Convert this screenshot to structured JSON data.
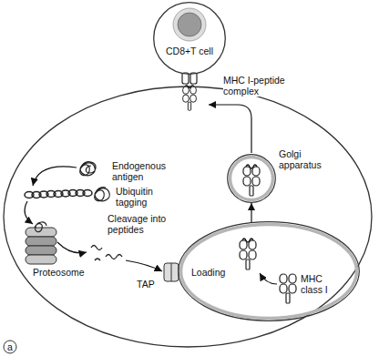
{
  "diagram": {
    "nodes": [
      {
        "text": [
          "CD8+T cell"
        ]
      },
      {
        "text": [
          "Golgi apparatus"
        ]
      },
      {
        "text": [
          "Loading",
          "MHC class I"
        ]
      }
    ],
    "edges": [
      {
        "from": 2,
        "to": 1,
        "arrow": "to"
      }
    ],
    "labels": [
      "MHC I-peptide complex",
      "Endogenous antigen",
      "Ubiquitin tagging",
      "Cleavage into peptides",
      "Proteosome",
      "TAP",
      "a"
    ]
  }
}
